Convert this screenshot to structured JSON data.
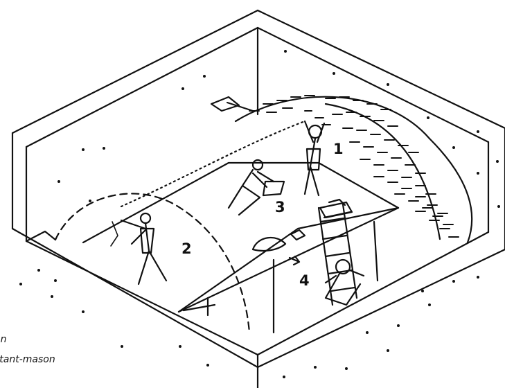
{
  "figure": {
    "labels": {
      "mason": "1",
      "assistant_mason": "2",
      "scaffold_worker": "3",
      "ladder_worker": "4"
    },
    "legend": [
      {
        "text": "on"
      },
      {
        "text": "stant-mason"
      }
    ]
  },
  "colors": {
    "ink": "#111111",
    "paper": "#ffffff"
  }
}
